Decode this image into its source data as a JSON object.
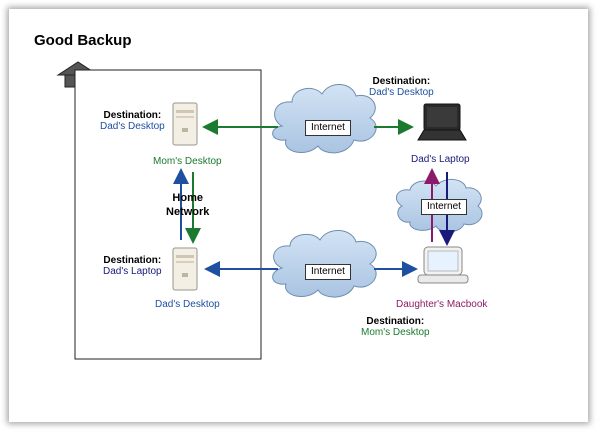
{
  "title": "Good Backup",
  "home_network": {
    "line1": "Home",
    "line2": "Network"
  },
  "clouds": [
    {
      "label": "Internet"
    },
    {
      "label": "Internet"
    },
    {
      "label": "Internet"
    }
  ],
  "nodes": {
    "moms_desktop": {
      "name": "Mom's Desktop",
      "dest_label": "Destination:",
      "dest_value": "Dad's Desktop"
    },
    "dads_desktop": {
      "name": "Dad's Desktop",
      "dest_label": "Destination:",
      "dest_value": "Dad's Laptop"
    },
    "dads_laptop": {
      "name": "Dad's Laptop",
      "dest_label": "Destination:",
      "dest_value": "Dad's Desktop"
    },
    "daughters_macbook": {
      "name": "Daughter's Macbook",
      "dest_label": "Destination:",
      "dest_value": "Mom's Desktop"
    }
  },
  "colors": {
    "green": "#1a7a2e",
    "blue": "#1f4fa0",
    "purple": "#8c1a6a",
    "navy": "#1a1a7a",
    "cloud": "#b8d0ea"
  }
}
